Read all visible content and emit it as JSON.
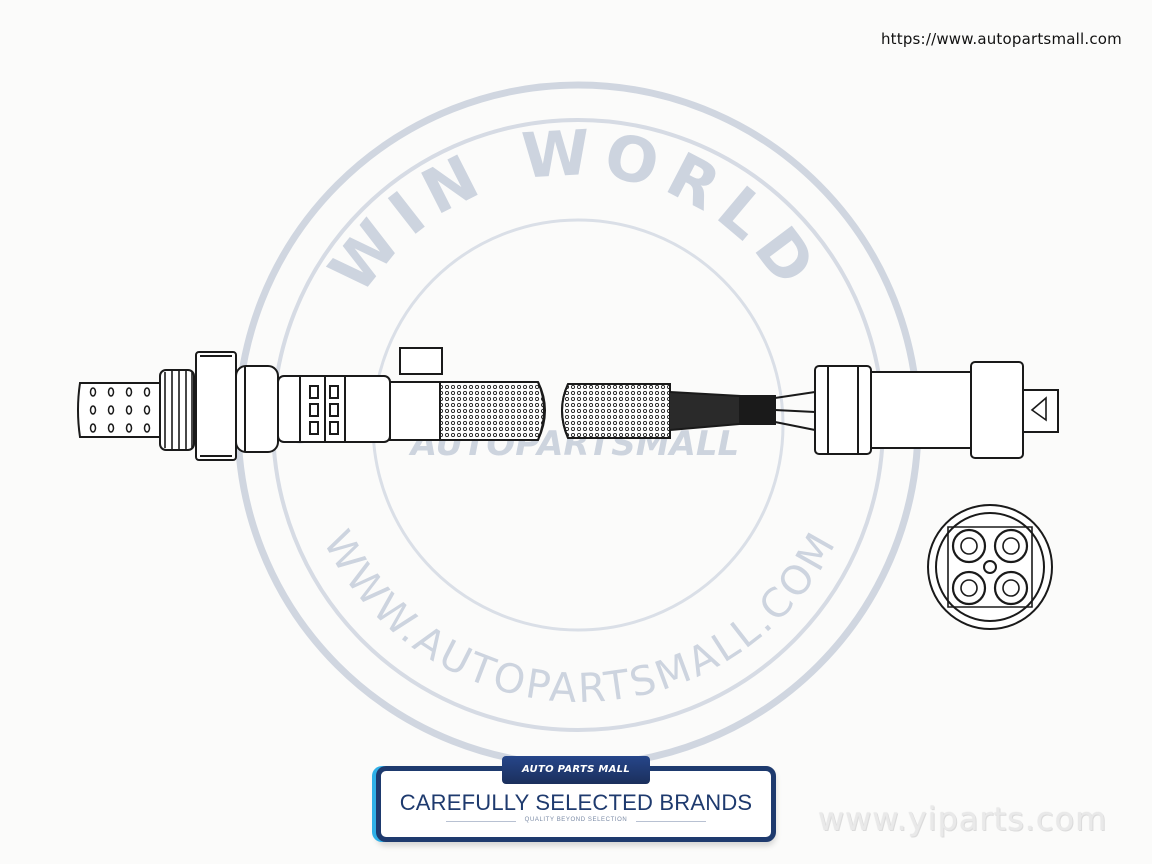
{
  "site_url": "https://www.autopartsmall.com",
  "watermark": {
    "top_text": "WIN WORLD",
    "bottom_text": "WWW.AUTOPARTSMALL.COM",
    "center_text": "AUTOPARTSMALL"
  },
  "badge": {
    "logo_text": "AUTO PARTS MALL",
    "title": "CAREFULLY SELECTED BRANDS",
    "subtitle": "QUALITY BEYOND SELECTION"
  },
  "corner_watermark": "www.yiparts.com",
  "colors": {
    "navy": "#1e3a6e",
    "cyan": "#2fb0e8",
    "watermark": "#c9d0dc"
  }
}
